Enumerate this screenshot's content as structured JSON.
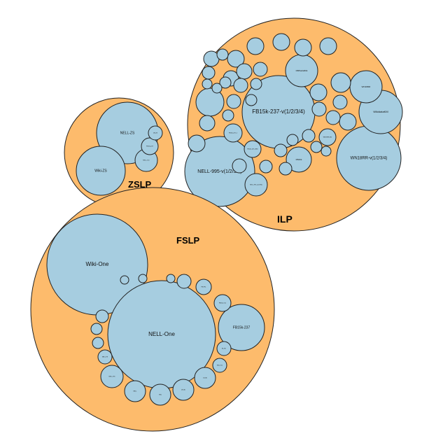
{
  "diagram": {
    "type": "circle-packing",
    "colors": {
      "group_fill": "#fdbb6c",
      "leaf_fill": "#a6cde0",
      "outline": "#222222"
    },
    "groups": [
      {
        "label": "ILP",
        "leaves": [
          "FB15k-237-v(1/2/3/4)",
          "NELL-995-v(1/2/3/4)",
          "WN18RR-v(1/2/3/4)",
          "WikidataKM",
          "WN18RR",
          "DBPedia50k",
          "FB20k",
          "FB15k-237_1",
          "NELL-995_(1/2/3/4)",
          "WN18RR-ISD",
          "FB15k-237-DISD",
          "",
          "",
          "",
          "",
          "",
          "",
          "",
          "",
          "",
          "",
          "",
          "",
          "",
          "",
          "",
          "",
          "",
          "",
          "",
          "",
          "",
          "",
          "",
          "",
          "",
          "",
          "",
          "",
          "",
          "",
          "",
          "",
          "",
          "",
          "",
          ""
        ]
      },
      {
        "label": "ZSLP",
        "leaves": [
          "NELL-ZS",
          "Wiki-ZS",
          "NELL-One",
          "FB15k-237",
          "DB-ZS"
        ]
      },
      {
        "label": "FSLP",
        "leaves": [
          "Wiki-One",
          "NELL-One",
          "FB15k-237",
          "FB-FSL",
          "FB15k-One",
          "NELL-995",
          "NELL",
          "Wiki",
          "UK-SD",
          "CS-SD",
          "BL-SD",
          "Wiki-One",
          "NELL-FS",
          "",
          "",
          "",
          "",
          "",
          "",
          ""
        ]
      }
    ]
  }
}
